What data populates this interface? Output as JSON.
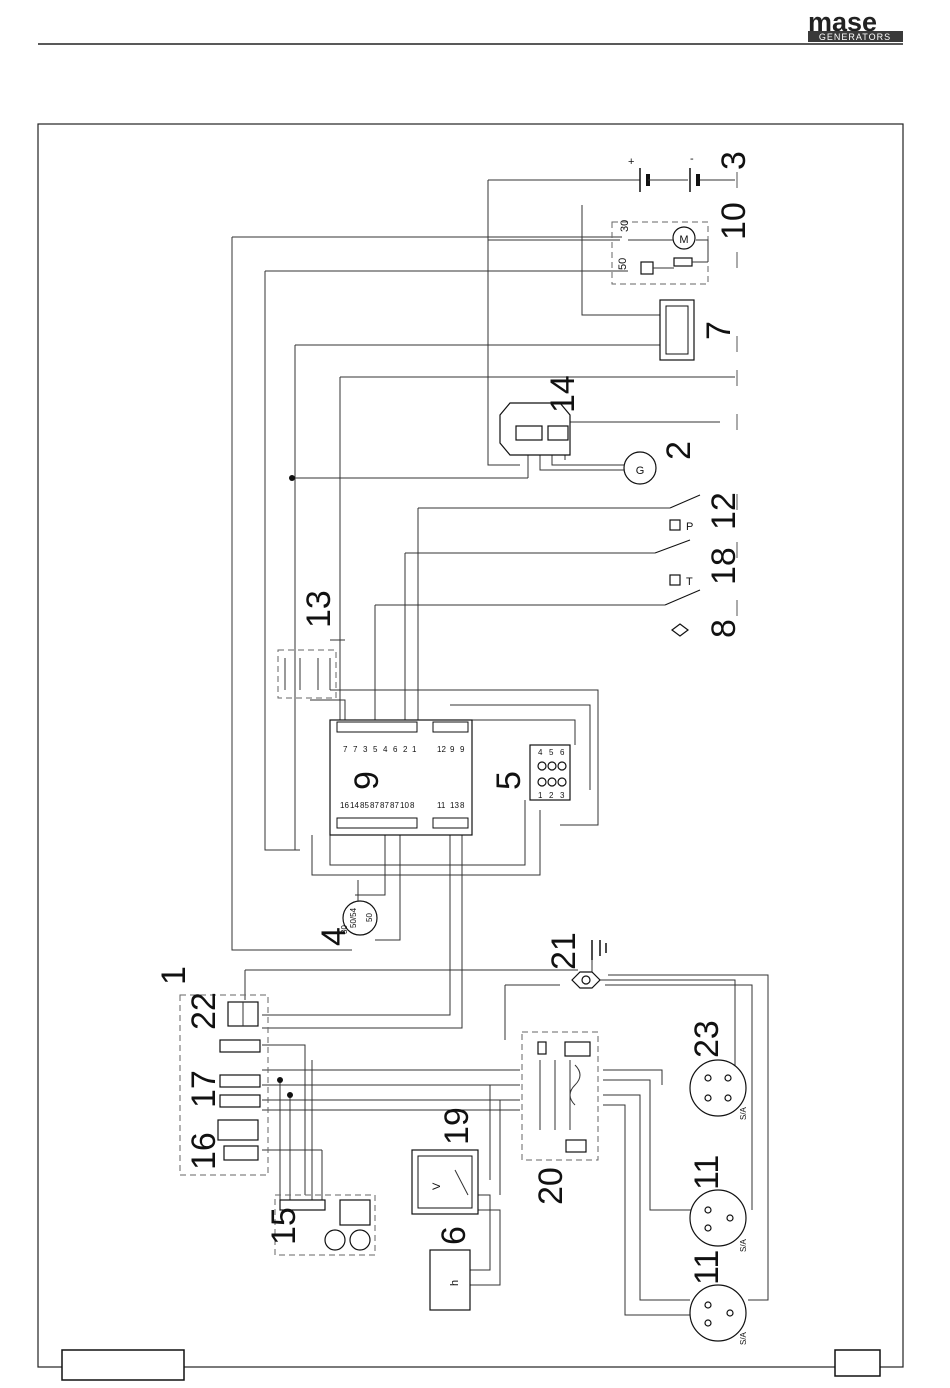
{
  "header": {
    "logo_text": "mase",
    "logo_sub": "GENERATORS"
  },
  "components": {
    "c1": "1",
    "c2": "2",
    "c3": "3",
    "c4": "4",
    "c5": "5",
    "c6": "6",
    "c7": "7",
    "c8": "8",
    "c9": "9",
    "c10": "10",
    "c11a": "11",
    "c11b": "11",
    "c12": "12",
    "c13": "13",
    "c14": "14",
    "c15": "15",
    "c16": "16",
    "c17": "17",
    "c18": "18",
    "c19": "19",
    "c20": "20",
    "c21": "21",
    "c22": "22",
    "c23": "23"
  },
  "markings": {
    "plus": "+",
    "minus": "-",
    "t30": "30",
    "t50": "50",
    "motor": "M",
    "gen": "G",
    "p": "P",
    "t": "T",
    "volt": "V",
    "hour": "h",
    "sa1": "S/A",
    "sa2": "S/A",
    "sa3": "S/A",
    "relay_left": [
      "7",
      "7",
      "3",
      "5",
      "4",
      "6",
      "2",
      "1"
    ],
    "relay_right_top": [
      "12",
      "9",
      "9"
    ],
    "relay_bottom_left": [
      "16",
      "14",
      "85",
      "87",
      "87",
      "87",
      "10",
      "8"
    ],
    "relay_bottom_right": [
      "11",
      "13",
      "8"
    ],
    "term5": [
      "4",
      "5",
      "6",
      "1",
      "2",
      "3"
    ],
    "key": [
      "30",
      "50/54",
      "50"
    ]
  }
}
